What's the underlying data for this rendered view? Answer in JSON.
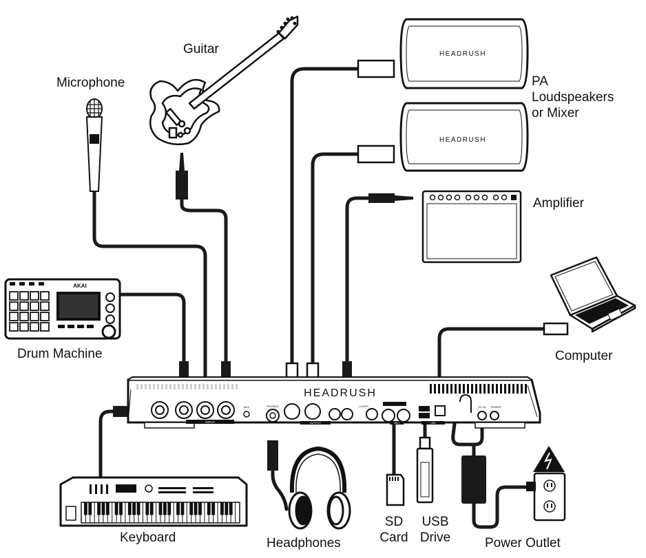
{
  "labels": {
    "guitar": "Guitar",
    "microphone": "Microphone",
    "pa_line1": "PA",
    "pa_line2": "Loudspeakers",
    "pa_line3": "or Mixer",
    "amplifier": "Amplifier",
    "drum_machine": "Drum Machine",
    "computer": "Computer",
    "keyboard": "Keyboard",
    "headphones": "Headphones",
    "sd_line1": "SD",
    "sd_line2": "Card",
    "usb_line1": "USB",
    "usb_line2": "Drive",
    "power_outlet": "Power Outlet"
  },
  "brand": {
    "speaker_logo": "HEADRUSH",
    "unit_logo": "HEADRUSH",
    "drum_logo": "AKAI"
  },
  "panel": {
    "input": "INPUT",
    "output": "OUTPUT",
    "phones": "PHONES",
    "loops": "LOOPS",
    "dc_in": "DC IN",
    "power": "POWER",
    "aux": "AUX",
    "midi": "MIDI",
    "usb": "USB"
  },
  "colors": {
    "ink": "#111111",
    "cable": "#1a1a1a",
    "paper": "#ffffff"
  }
}
